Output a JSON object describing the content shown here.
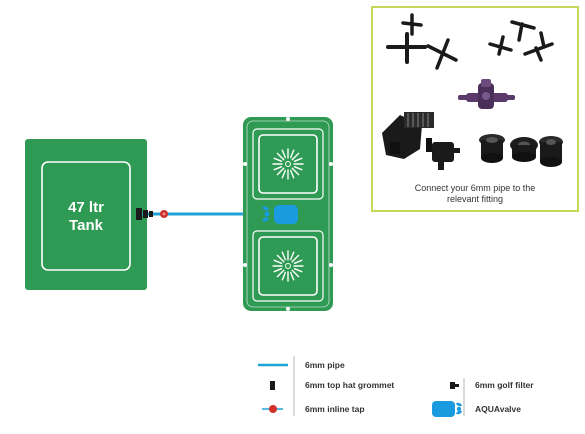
{
  "tank": {
    "line1": "47 ltr",
    "line2": "Tank"
  },
  "fittings_panel": {
    "caption_line1": "Connect your 6mm pipe to the",
    "caption_line2": "relevant fitting"
  },
  "legend": {
    "pipe": "6mm pipe",
    "grommet": "6mm top hat grommet",
    "tap": "6mm inline tap",
    "golf_filter": "6mm golf filter",
    "aquavalve": "AQUAvalve"
  },
  "colors": {
    "green": "#2e9a53",
    "pipe": "#1fa3d6",
    "panel_border": "#c8d65a",
    "tap": "#d0312d",
    "aquavalve": "#1a9be0",
    "fitting_black": "#1a1a1a",
    "fitting_purple": "#5a3a6a"
  }
}
